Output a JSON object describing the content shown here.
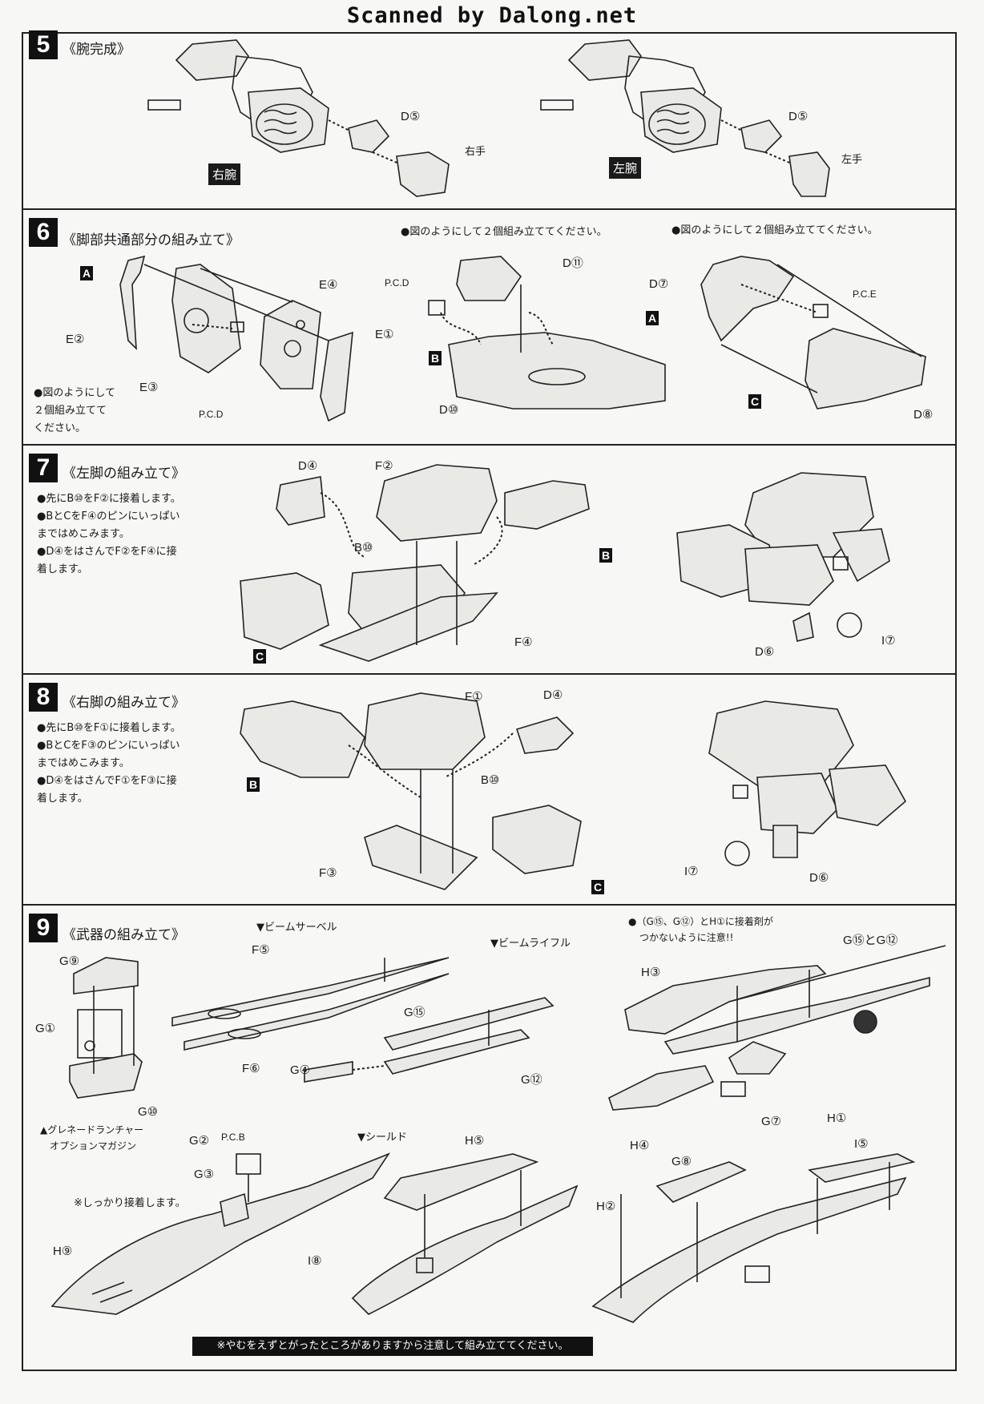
{
  "watermark": "Scanned by Dalong.net",
  "step5": {
    "number": "5",
    "title": "《腕完成》",
    "right_arm": "右腕",
    "left_arm": "左腕",
    "part_d5": "D⑤",
    "right_hand": "右手",
    "left_hand": "左手"
  },
  "step6": {
    "number": "6",
    "title": "《脚部共通部分の組み立て》",
    "note_a": "●図のようにして２個組み立ててください。",
    "note_b": "●図のようにして２個組み立ててください。",
    "label_a": "A",
    "label_b": "B",
    "label_c": "C",
    "label_a2": "A",
    "e4": "E④",
    "e1": "E①",
    "e2": "E②",
    "e3": "E③",
    "pcd": "P.C.D",
    "pcd2": "P.C.D",
    "d11": "D⑪",
    "d10": "D⑩",
    "d7": "D⑦",
    "d8": "D⑧",
    "pce": "P.C.E",
    "left_note": [
      "●図のようにして",
      "２個組み立てて",
      "ください。"
    ]
  },
  "step7": {
    "number": "7",
    "title": "《左脚の組み立て》",
    "notes": [
      "●先にB⑩をF②に接着します。",
      "●BとCをF④のピンにいっぱい",
      "まではめこみます。",
      "●D④をはさんでF②をF④に接",
      "着します。"
    ],
    "d4": "D④",
    "f2": "F②",
    "b10": "B⑩",
    "f4": "F④",
    "b": "B",
    "c": "C",
    "d6": "D⑥",
    "i7": "I⑦"
  },
  "step8": {
    "number": "8",
    "title": "《右脚の組み立て》",
    "notes": [
      "●先にB⑩をF①に接着します。",
      "●BとCをF③のピンにいっぱい",
      "まではめこみます。",
      "●D④をはさんでF①をF③に接",
      "着します。"
    ],
    "f1": "F①",
    "d4": "D④",
    "b10": "B⑩",
    "f3": "F③",
    "b": "B",
    "c": "C",
    "i7": "I⑦",
    "d6": "D⑥"
  },
  "step9": {
    "number": "9",
    "title": "《武器の組み立て》",
    "beam_saber": "▼ビームサーベル",
    "beam_rifle": "▼ビームライフル",
    "shield": "▼シールド",
    "grenade": [
      "▲グレネードランチャー",
      "オプションマガジン"
    ],
    "caution_note": [
      "●（G⑮、G⑫）とH①に接着剤が",
      "つかないように注意!!"
    ],
    "firmly": "※しっかり接着します。",
    "g9": "G⑨",
    "g1": "G①",
    "g10": "G⑩",
    "f5": "F⑤",
    "f6": "F⑥",
    "g15": "G⑮",
    "g12": "G⑫",
    "g4": "G④",
    "h3": "H③",
    "g15g12": "G⑮とG⑫",
    "g7": "G⑦",
    "h1": "H①",
    "h4": "H④",
    "pcb": "P.C.B",
    "g2": "G②",
    "g3": "G③",
    "h9": "H⑨",
    "i8": "I⑧",
    "h5": "H⑤",
    "g8": "G⑧",
    "h2": "H②",
    "i5": "I⑤"
  },
  "footer": "※やむをえずとがったところがありますから注意して組み立ててください。"
}
